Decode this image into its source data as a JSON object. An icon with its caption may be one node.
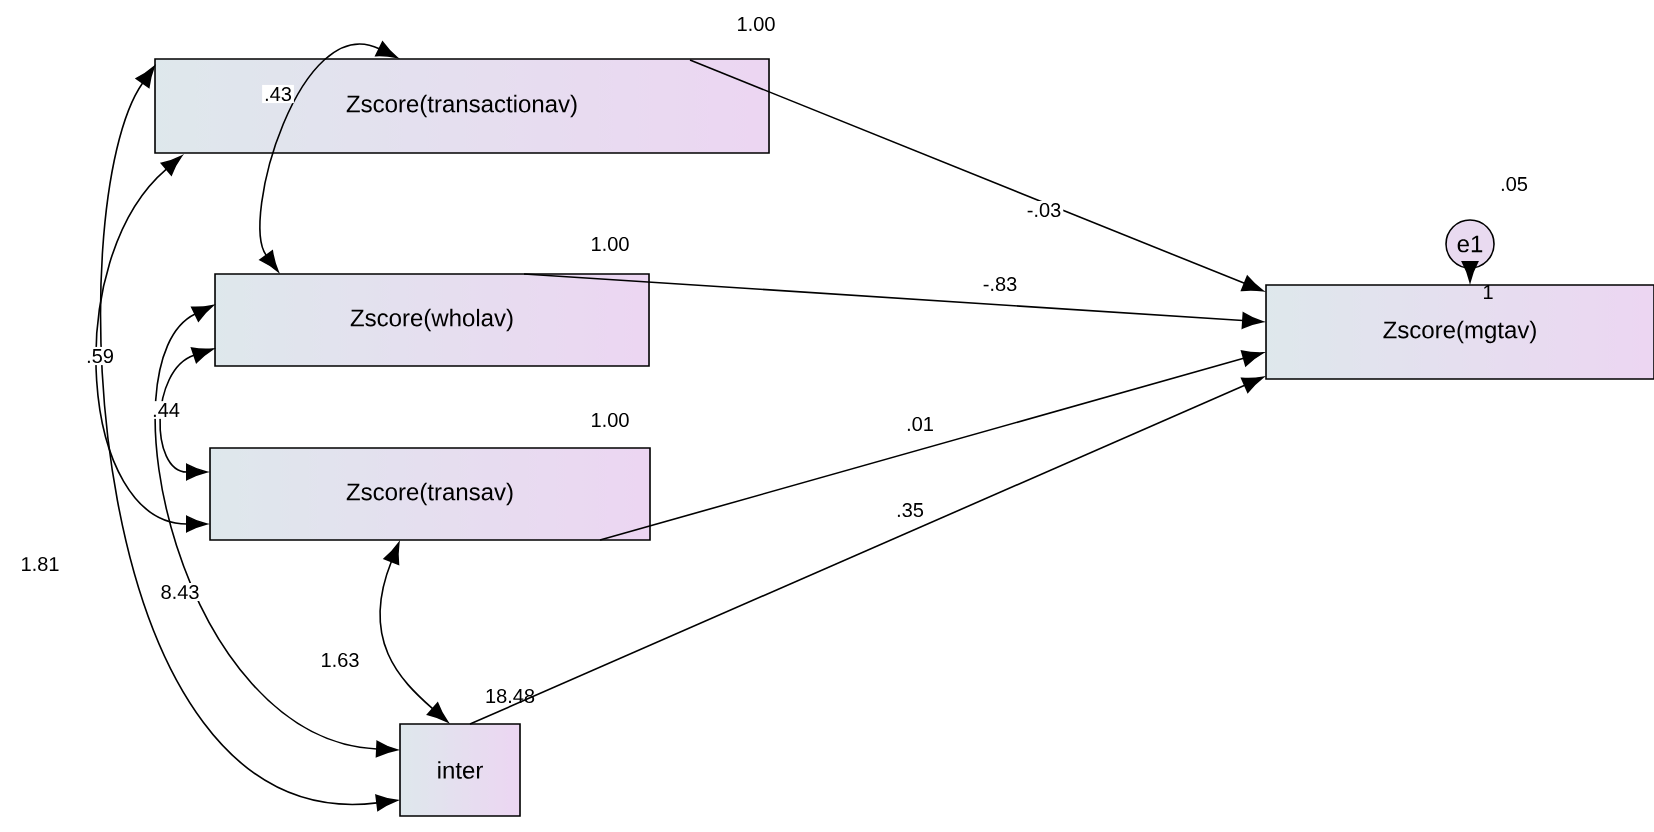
{
  "diagram": {
    "nodes": [
      {
        "text": [
          "Zscore(transactionav)"
        ],
        "beside": [
          "1.00"
        ]
      },
      {
        "text": [
          "Zscore(wholav)"
        ],
        "beside": [
          "1.00"
        ]
      },
      {
        "text": [
          "Zscore(transav)"
        ],
        "beside": [
          "1.00"
        ]
      },
      {
        "text": [
          "inter"
        ],
        "beside": [
          "18.48"
        ]
      },
      {
        "text": [
          "Zscore(mgtav)"
        ]
      },
      {
        "text": [
          "e1"
        ],
        "beside": [
          ".05"
        ]
      }
    ],
    "edges": [
      {
        "from": 0,
        "to": 4,
        "arrow": "to",
        "label": "-.03"
      },
      {
        "from": 1,
        "to": 4,
        "arrow": "to",
        "label": "-.83"
      },
      {
        "from": 2,
        "to": 4,
        "arrow": "to",
        "label": ".01"
      },
      {
        "from": 3,
        "to": 4,
        "arrow": "to",
        "label": ".35"
      },
      {
        "from": 5,
        "to": 4,
        "arrow": "to",
        "label": "1"
      },
      {
        "from": 0,
        "to": 1,
        "arrow": "both",
        "label": ".43"
      },
      {
        "from": 0,
        "to": 2,
        "arrow": "both",
        "label": ".59"
      },
      {
        "from": 0,
        "to": 3,
        "arrow": "both",
        "label": "1.81"
      },
      {
        "from": 1,
        "to": 2,
        "arrow": "both",
        "label": ".44"
      },
      {
        "from": 1,
        "to": 3,
        "arrow": "both",
        "label": "8.43"
      },
      {
        "from": 2,
        "to": 3,
        "arrow": "both",
        "label": "1.63"
      }
    ]
  }
}
